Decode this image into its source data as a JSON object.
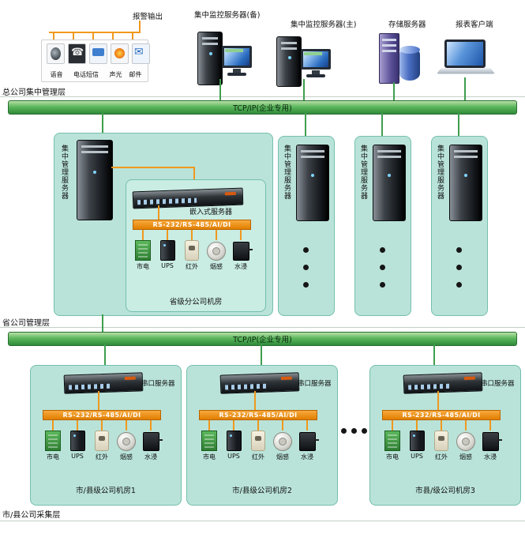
{
  "layers": {
    "hq": "总公司集中管理层",
    "province": "省公司管理层",
    "city": "市/县公司采集层"
  },
  "network": {
    "tcpip_label": "TCP/IP(企业专用)"
  },
  "bus_label": "RS-232/RS-485/AI/DI",
  "devices": [
    "市电",
    "UPS",
    "红外",
    "烟感",
    "水浸"
  ],
  "top": {
    "alarm_output_label": "报警输出",
    "alarm_channels": [
      "语音",
      "电话短信",
      "声光",
      "邮件"
    ],
    "backup_server_label": "集中监控服务器(备)",
    "main_server_label": "集中监控服务器(主)",
    "storage_server_label": "存储服务器",
    "report_client_label": "报表客户端"
  },
  "middle": {
    "mgmt_server_label": "集中管理服务器",
    "embedded_server_label": "嵌入式服务器",
    "room_label": "省级分公司机房"
  },
  "bottom": {
    "serial_server_label": "串口服务器",
    "rooms": [
      "市/县级公司机房1",
      "市/县级公司机房2",
      "市县/级公司机房3"
    ]
  },
  "colors": {
    "bus_orange": "#e8820c",
    "tcp_green": "#3f9e4f",
    "site_teal": "#b9e3d9"
  }
}
